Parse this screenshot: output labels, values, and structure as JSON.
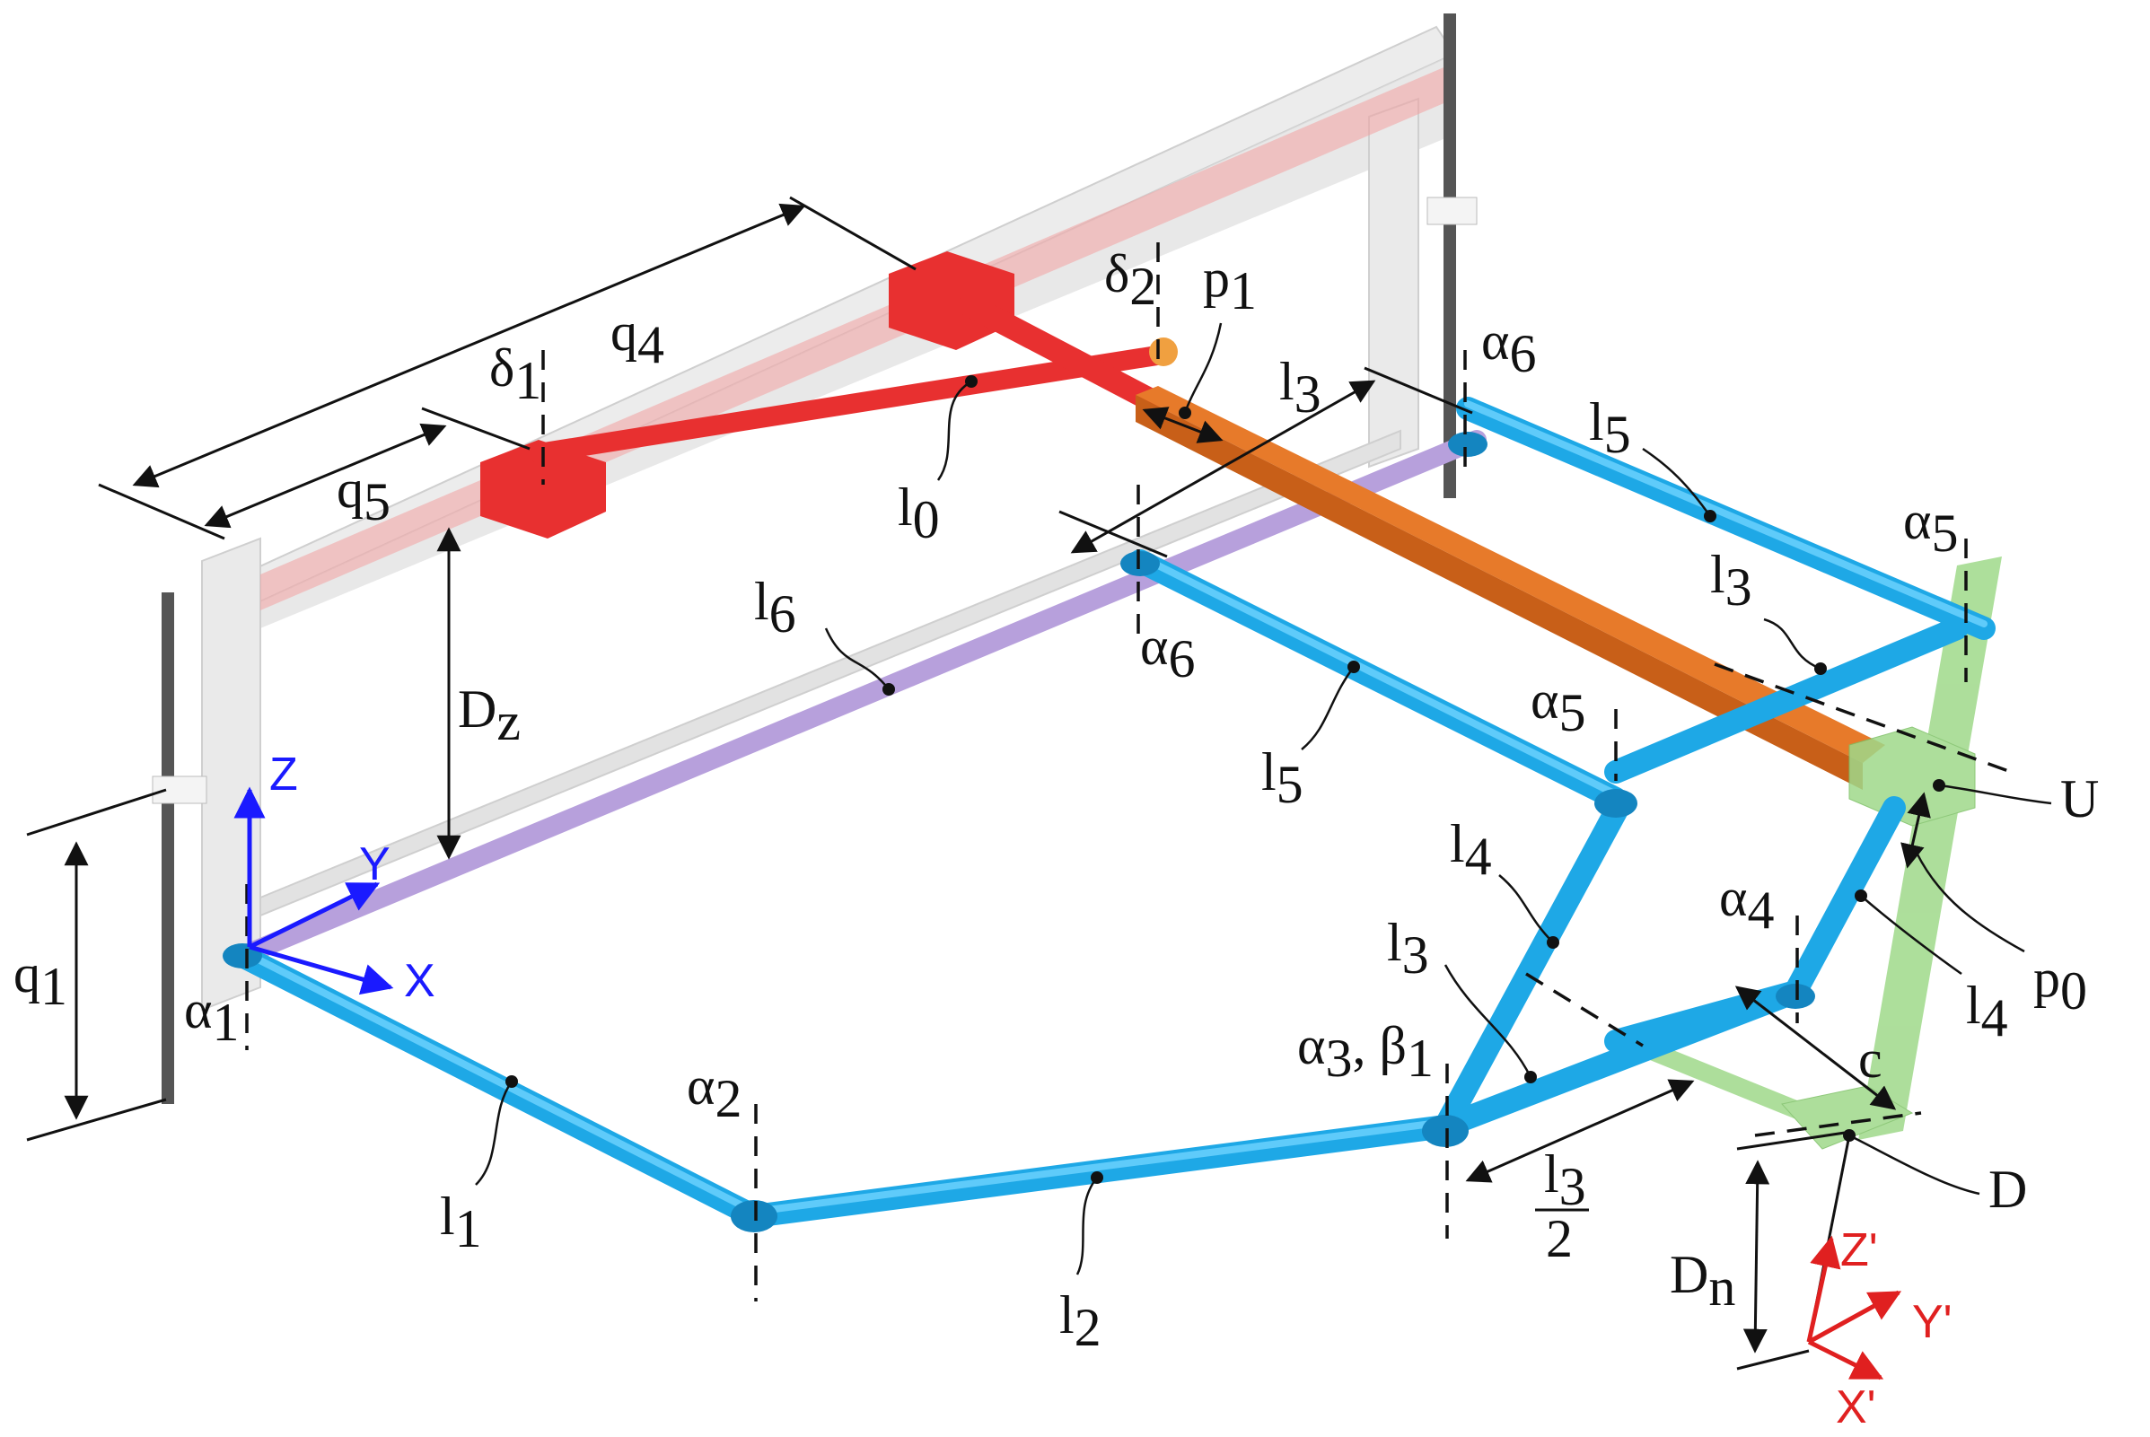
{
  "labels": {
    "q4": "q",
    "q4_sub": "4",
    "q5": "q",
    "q5_sub": "5",
    "q1": "q",
    "q1_sub": "1",
    "delta1": "δ",
    "delta1_sub": "1",
    "delta2": "δ",
    "delta2_sub": "2",
    "p1": "p",
    "p1_sub": "1",
    "p0": "p",
    "p0_sub": "0",
    "l0": "l",
    "l0_sub": "0",
    "l1": "l",
    "l1_sub": "1",
    "l2": "l",
    "l2_sub": "2",
    "l3_top": "l",
    "l3_top_sub": "3",
    "l3_right": "l",
    "l3_right_sub": "3",
    "l3_mid": "l",
    "l3_mid_sub": "3",
    "l3_half_num": "l",
    "l3_half_num_sub": "3",
    "l3_half_den": "2",
    "l4_left": "l",
    "l4_left_sub": "4",
    "l4_right": "l",
    "l4_right_sub": "4",
    "l5_top": "l",
    "l5_top_sub": "5",
    "l5_mid": "l",
    "l5_mid_sub": "5",
    "l6": "l",
    "l6_sub": "6",
    "Dz": "D",
    "Dz_sub": "z",
    "Dn": "D",
    "Dn_sub": "n",
    "D": "D",
    "U": "U",
    "c": "c",
    "alpha1": "α",
    "alpha1_sub": "1",
    "alpha2": "α",
    "alpha2_sub": "2",
    "alpha3": "α",
    "alpha3_sub": "3",
    "beta1_sep": ", β",
    "beta1_sub": "1",
    "alpha4": "α",
    "alpha4_sub": "4",
    "alpha5_top": "α",
    "alpha5_top_sub": "5",
    "alpha5_mid": "α",
    "alpha5_mid_sub": "5",
    "alpha6_top": "α",
    "alpha6_top_sub": "6",
    "alpha6_mid": "α",
    "alpha6_mid_sub": "6"
  },
  "axes": {
    "base": {
      "x": "X",
      "y": "Y",
      "z": "Z",
      "color": "#1a1aff"
    },
    "tool": {
      "x": "X'",
      "y": "Y'",
      "z": "Z'",
      "color": "#e02020"
    }
  },
  "colors": {
    "links": "#1ea8e6",
    "rail_link": "#b7a0dc",
    "slider_arm": "#e83030",
    "prismatic_bar": "#e77a2a",
    "tool": "#9fd98a",
    "frame": "#e6e6e6",
    "posts": "#555555"
  }
}
